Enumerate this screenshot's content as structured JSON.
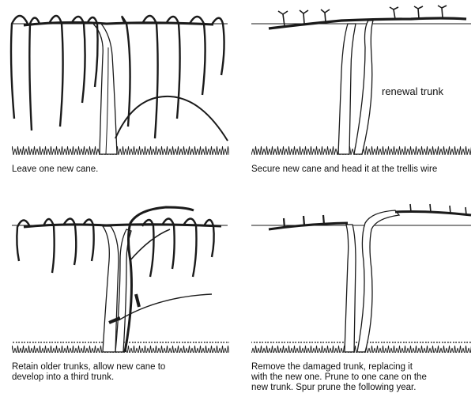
{
  "panels": {
    "top_left": {
      "caption_lines": [
        "Leave one new cane."
      ]
    },
    "top_right": {
      "caption_lines": [
        "Secure new cane and head it at the trellis wire"
      ],
      "label": "renewal trunk"
    },
    "bottom_left": {
      "caption_lines": [
        "Retain older trunks, allow new cane to",
        "develop into a third trunk."
      ]
    },
    "bottom_right": {
      "caption_lines": [
        "Remove the damaged trunk, replacing it",
        "with the new one. Prune to one cane on the",
        "new trunk. Spur prune the following year."
      ]
    }
  },
  "colors": {
    "stroke": "#1a1a1a",
    "fill": "#ffffff"
  },
  "icons": {
    "vine": "grapevine-illustration",
    "grass": "grass-strip"
  }
}
